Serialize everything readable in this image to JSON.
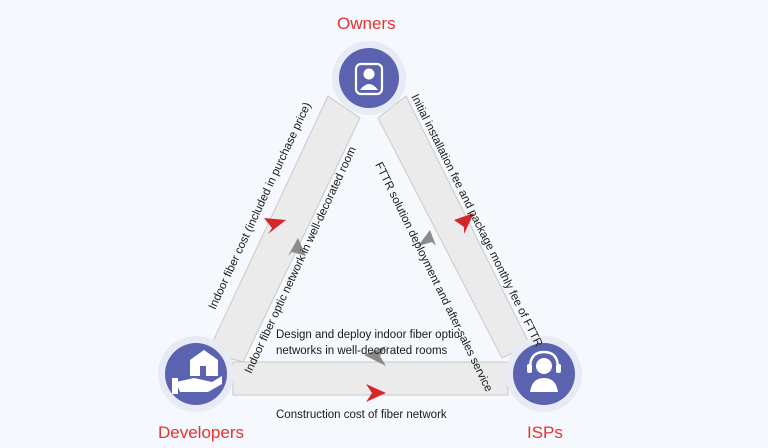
{
  "nodes": {
    "owners": {
      "label": "Owners",
      "icon": "user-icon"
    },
    "developers": {
      "label": "Developers",
      "icon": "house-hand-icon"
    },
    "isps": {
      "label": "ISPs",
      "icon": "headset-agent-icon"
    }
  },
  "flows": {
    "developers_to_owners": "Indoor fiber optic network in well-decorated room",
    "owners_to_developers": "Indoor fiber cost (included in purchase price)",
    "owners_to_isps": "Initial installation fee and package monthly fee of FTTR",
    "isps_to_owners": "FTTR solution deployment and after-sales service",
    "isps_to_developers_line1": "Design and deploy indoor fiber optic",
    "isps_to_developers_line2": "networks in well-decorated rooms",
    "developers_to_isps": "Construction cost of fiber network"
  },
  "colors": {
    "node_fill": "#5b62b0",
    "node_ring": "#e8ebf6",
    "label_red": "#e8332f",
    "arrow_red": "#d7262a",
    "arrow_gray": "#8a8a8a",
    "band_fill": "#ebebeb",
    "band_stroke": "#c9c9c9"
  }
}
